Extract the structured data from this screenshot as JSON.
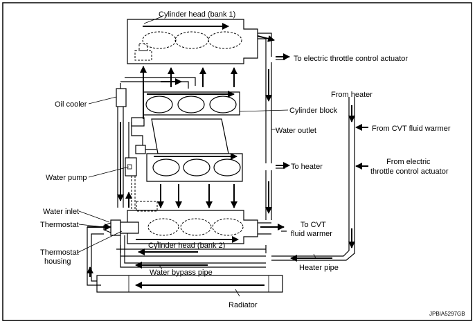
{
  "labels": {
    "cylinder_head_bank1": "Cylinder head (bank 1)",
    "to_electric_throttle": "To electric throttle control actuator",
    "oil_cooler": "Oil cooler",
    "cylinder_block": "Cylinder block",
    "from_heater": "From heater",
    "from_cvt_fluid_warmer": "From CVT fluid warmer",
    "water_outlet": "Water outlet",
    "to_heater": "To heater",
    "from_electric_line1": "From electric",
    "from_electric_line2": "throttle control actuator",
    "water_pump": "Water pump",
    "water_inlet": "Water inlet",
    "thermostat": "Thermostat",
    "thermostat_housing_line1": "Thermostat",
    "thermostat_housing_line2": "housing",
    "to_cvt_line1": "To CVT",
    "to_cvt_line2": "fluid warmer",
    "cylinder_head_bank2": "Cylinder head (bank 2)",
    "heater_pipe": "Heater pipe",
    "water_bypass_pipe": "Water bypass pipe",
    "radiator": "Radiator"
  },
  "figure_code": "JPBIA5297GB"
}
